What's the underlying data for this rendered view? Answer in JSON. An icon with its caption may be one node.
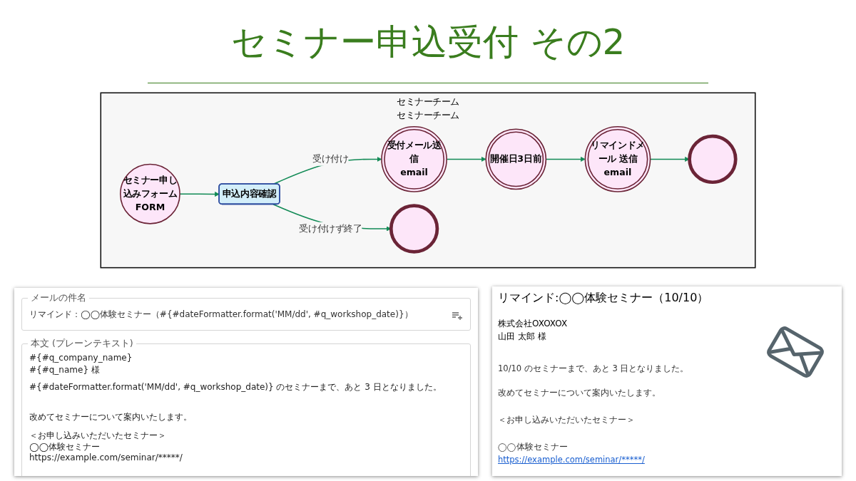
{
  "diagram": {
    "title": "セミナー申込受付 その2",
    "nodes": [
      {
        "text": [
          "セミナーチーム",
          "セミナーチーム"
        ]
      },
      {
        "text": [
          "セミナー申し込みフォーム",
          "FORM"
        ],
        "in": 0
      },
      {
        "text": [
          "申込内容確認"
        ],
        "in": 0
      },
      {
        "text": [
          "受付メール送信",
          "email"
        ],
        "in": 0
      },
      {
        "text": [
          "開催日3日前"
        ],
        "in": 0
      },
      {
        "text": [
          "リマインドメール 送信",
          "email"
        ],
        "in": 0
      },
      {
        "text": [],
        "shape": "circle",
        "in": 0
      },
      {
        "text": [],
        "shape": "circle",
        "in": 0
      }
    ],
    "edges": [
      {
        "from": 1,
        "to": 2,
        "arrow": "to"
      },
      {
        "from": 2,
        "to": 3,
        "arrow": "to",
        "label": "受け付け"
      },
      {
        "from": 3,
        "to": 4,
        "arrow": "to"
      },
      {
        "from": 4,
        "to": 5,
        "arrow": "to"
      },
      {
        "from": 5,
        "to": 6,
        "arrow": "to"
      },
      {
        "from": 2,
        "to": 7,
        "arrow": "to",
        "label": "受け付けず終了"
      }
    ],
    "labels": [
      "メールの件名",
      "リマインド：◯◯体験セミナー（#{#dateFormatter.format('MM/dd', #q_workshop_date)}）",
      "本文 (プレーンテキスト)",
      "#{#q_company_name}",
      "#{#q_name} 様",
      "#{#dateFormatter.format('MM/dd', #q_workshop_date)} のセミナーまで、あと 3 日となりました。",
      "改めてセミナーについて案内いたします。",
      "＜お申し込みいただいたセミナー＞",
      "◯◯体験セミナー",
      "https://example.com/seminar/*****/",
      "リマインド:◯◯体験セミナー（10/10）",
      "株式会社OXOXOX",
      "山田 太郎 様",
      "10/10 のセミナーまで、あと 3 日となりました。",
      "改めてセミナーについて案内いたします。",
      "＜お申し込みいただいたセミナー＞",
      "◯◯体験セミナー",
      "https://example.com/seminar/*****/"
    ]
  }
}
